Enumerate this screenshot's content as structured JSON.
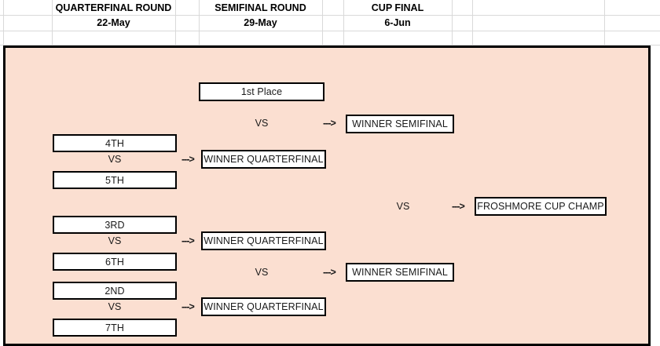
{
  "header": {
    "columns": [
      {
        "title": "QUARTERFINAL ROUND",
        "date": "22-May"
      },
      {
        "title": "SEMIFINAL ROUND",
        "date": "29-May"
      },
      {
        "title": "CUP FINAL",
        "date": "6-Jun"
      }
    ]
  },
  "bracket": {
    "first_place_label": "1st Place",
    "vs_label": "VS",
    "arrow_label": "--->",
    "quarterfinals": [
      {
        "top_seed": "4TH",
        "bottom_seed": "5TH",
        "winner_label": "WINNER QUARTERFINAL"
      },
      {
        "top_seed": "3RD",
        "bottom_seed": "6TH",
        "winner_label": "WINNER QUARTERFINAL"
      },
      {
        "top_seed": "2ND",
        "bottom_seed": "7TH",
        "winner_label": "WINNER QUARTERFINAL"
      }
    ],
    "semifinals": [
      {
        "winner_label": "WINNER SEMIFINAL"
      },
      {
        "winner_label": "WINNER SEMIFINAL"
      }
    ],
    "final": {
      "champion_label": "FROSHMORE CUP CHAMP"
    }
  },
  "colors": {
    "panel_background": "#fbdfd1",
    "panel_border": "#000000",
    "box_background": "#ffffff",
    "gridline": "#d9d9d9",
    "text": "#1a1a1a"
  }
}
